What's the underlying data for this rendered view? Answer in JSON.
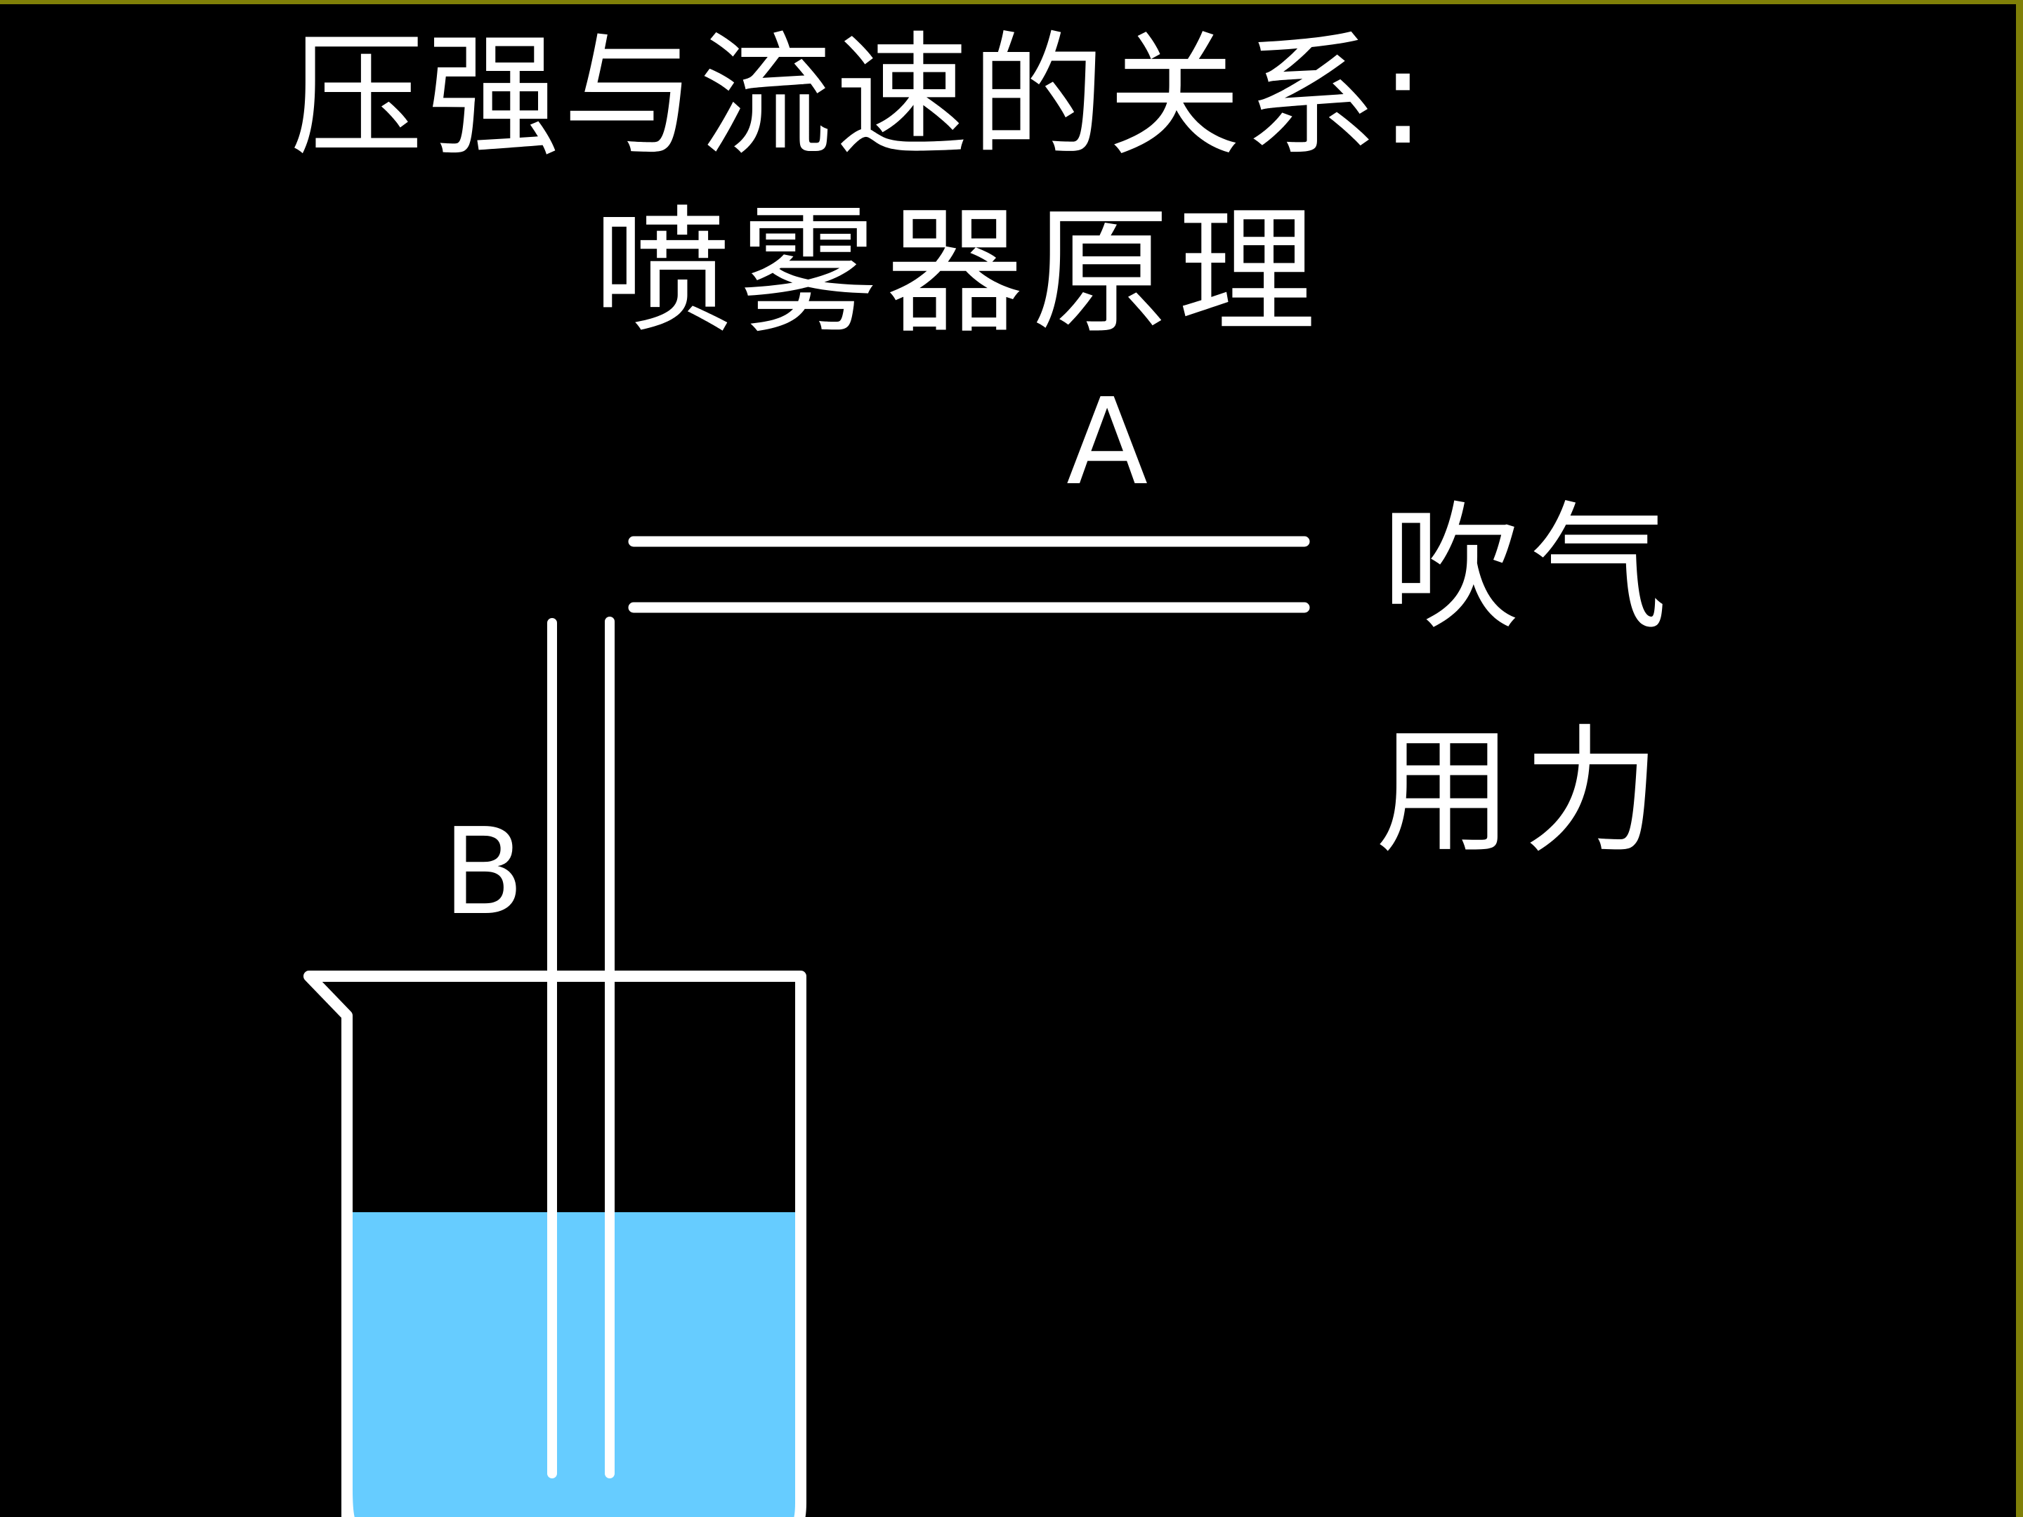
{
  "title": {
    "line1": "压强与流速的关系:",
    "line2": "喷雾器原理"
  },
  "diagram": {
    "point_a_label": "A",
    "point_b_label": "B",
    "blow_label": "吹气",
    "force_label": "用力",
    "colors": {
      "background": "#000000",
      "lines": "#ffffff",
      "water": "#66ccff",
      "frame": "#808008"
    }
  }
}
